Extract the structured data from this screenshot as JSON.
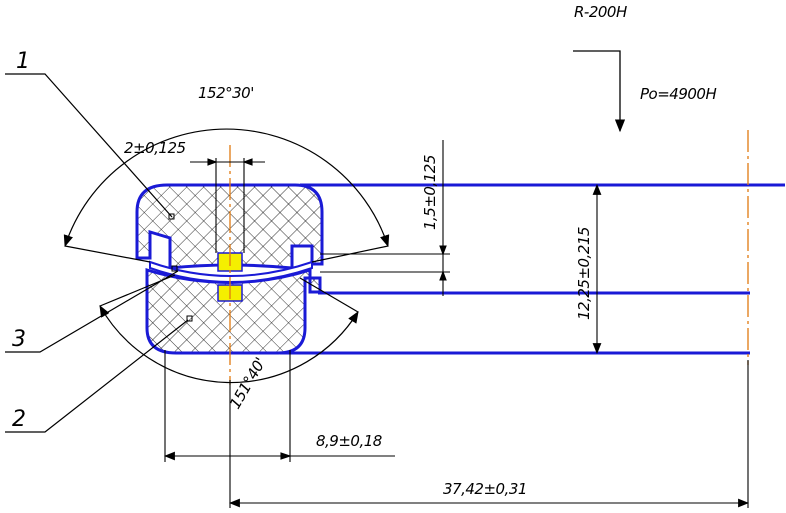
{
  "labels": {
    "force_radial": "R-200H",
    "force_axial": "Po=4900H",
    "angle_upper": "152°30'",
    "angle_lower": "151°40'",
    "tol_small_width": "2±0,125",
    "tol_vertical_small": "1,5±0,125",
    "tol_vertical_large": "12,25±0,215",
    "tol_horizontal_mid": "8,9±0,18",
    "tol_horizontal_long": "37,42±0,31",
    "callout_1": "1",
    "callout_2": "2",
    "callout_3": "3"
  },
  "colors": {
    "outline": "#1a1ad6",
    "centerline": "#e07a10",
    "highlight": "#f5ef00",
    "ink": "#000000"
  }
}
